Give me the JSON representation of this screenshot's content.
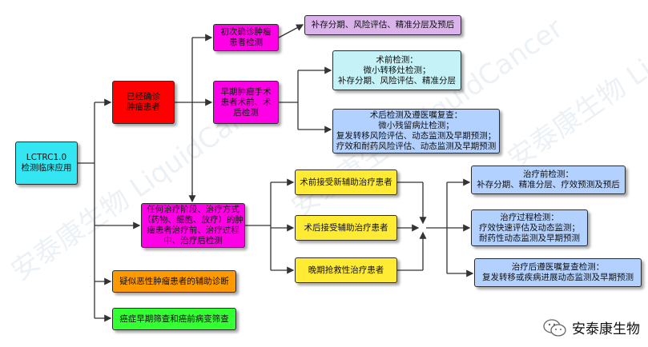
{
  "root": "LCTRC1.0\n检测临床应用",
  "diagnosed": "已经确诊\n肿瘤患者",
  "first_diag": "初次确诊肿瘤\n患者检测",
  "first_diag_out": "补存分期、风险评估、精准分层及预后",
  "early_surgery": "早期肿瘤手术\n患者术前、术\n后检测",
  "preop": "术前检测：\n微小转移灶检测；\n补存分期、风险评估、精准分层",
  "postop": "术后检测及遵医嘱复查：\n微小残留病灶检测；\n复发转移风险评估、动态监测及早期预测；\n疗效和耐药风险评估、动态监测及早期预测",
  "any_stage": "任何治疗阶段、治疗方式\n（药物、细胞、放疗）的肿\n瘤患者治疗前、治疗过程\n中、治疗后检测",
  "neoadj": "术前接受新辅助治疗患者",
  "adj": "术后接受辅助治疗患者",
  "salvage": "晚期抢救性治疗患者",
  "pretreat": "治疗前检测：\n补存分期、精准分层、疗效预测及预后",
  "during": "治疗过程检测：\n疗效快速评估及动态监测；\n耐药性动态监测及早期预测",
  "post_followup": "治疗后遵医嘱复查检测：\n复发转移或疾病进展动态监测及早期预测",
  "suspect": "疑似恶性肿瘤患者的辅助诊断",
  "screening": "癌症早期筛查和癌前病变筛查",
  "brand": "安泰康生物",
  "watermark": "安泰康生物 LiquidCancer",
  "colors": {
    "cyan": "#33e6f2",
    "red": "#ff0000",
    "magenta": "#ff00e6",
    "lavender": "#d9b3ea",
    "lightcyan": "#c4f2f7",
    "lightblue": "#b3d1ff",
    "yellow": "#ffeb33",
    "orange": "#ff9900",
    "green": "#33ff33",
    "line": "#333333"
  }
}
